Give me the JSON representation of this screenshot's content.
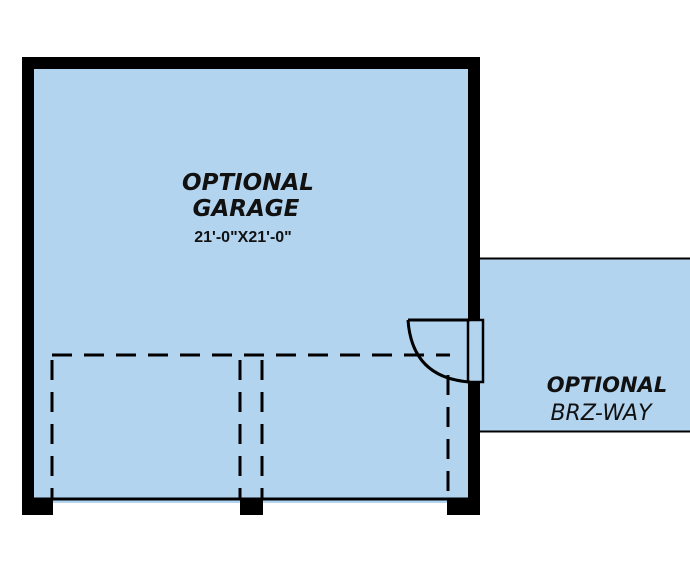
{
  "colors": {
    "room_fill": "#b3d4ef",
    "wall": "#000000",
    "background": "#ffffff"
  },
  "garage": {
    "name_line1": "OPTIONAL",
    "name_line2": "GARAGE",
    "dimensions": "21'-0\"X21'-0\""
  },
  "breezeway": {
    "name_line1": "OPTIONAL",
    "name_line2": "BRZ-WAY"
  }
}
